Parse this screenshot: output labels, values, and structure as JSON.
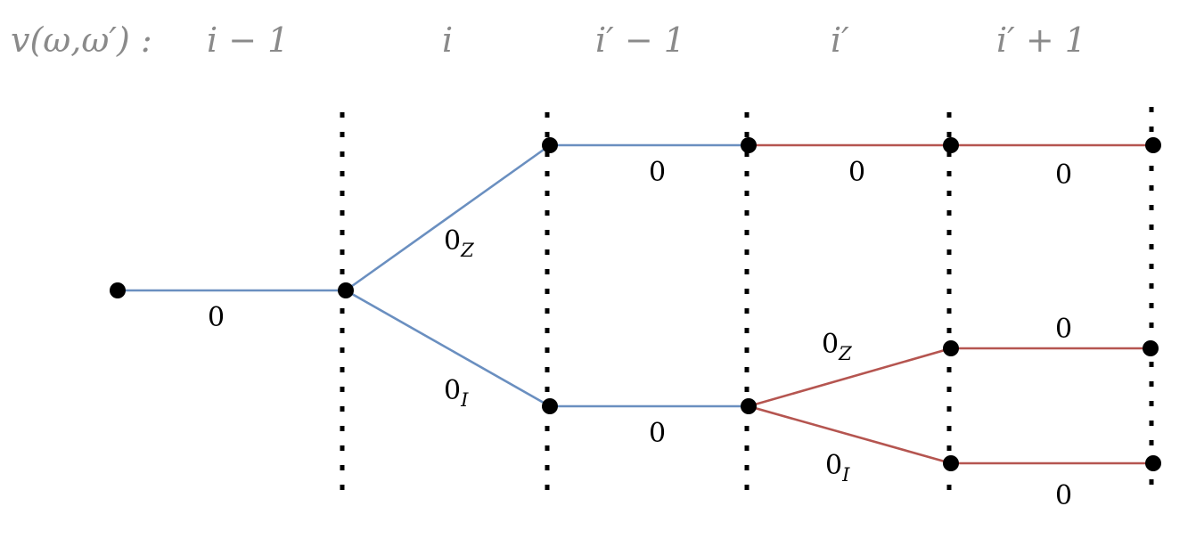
{
  "header": {
    "prefix": "v(ω,ω′) :",
    "columns": [
      "i − 1",
      "i",
      "i′ − 1",
      "i′",
      "i′ + 1"
    ]
  },
  "colors": {
    "blue": "#6a8fc0",
    "red": "#b55550"
  },
  "edges": [
    {
      "id": "e-root",
      "label": "0",
      "sub": "",
      "color": "blue"
    },
    {
      "id": "e-up-z",
      "label": "0",
      "sub": "Z",
      "color": "blue"
    },
    {
      "id": "e-down-i",
      "label": "0",
      "sub": "I",
      "color": "blue"
    },
    {
      "id": "e-top-1",
      "label": "0",
      "sub": "",
      "color": "blue"
    },
    {
      "id": "e-bot-1",
      "label": "0",
      "sub": "",
      "color": "blue"
    },
    {
      "id": "e-top-2",
      "label": "0",
      "sub": "",
      "color": "red"
    },
    {
      "id": "e-top-3",
      "label": "0",
      "sub": "",
      "color": "red"
    },
    {
      "id": "e-br-z",
      "label": "0",
      "sub": "Z",
      "color": "red"
    },
    {
      "id": "e-br-i",
      "label": "0",
      "sub": "I",
      "color": "red"
    },
    {
      "id": "e-z-end",
      "label": "0",
      "sub": "",
      "color": "red"
    },
    {
      "id": "e-i-end",
      "label": "0",
      "sub": "",
      "color": "red"
    }
  ]
}
